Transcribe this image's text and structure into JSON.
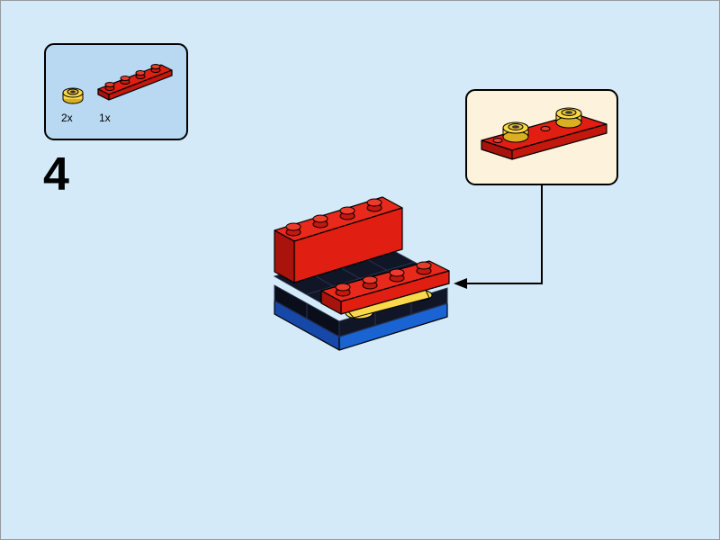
{
  "instruction_step": {
    "step_number": "4",
    "parts_list": [
      {
        "quantity": "2x",
        "part": "yellow-round-plate-icon",
        "color": "#f9d84a"
      },
      {
        "quantity": "1x",
        "part": "red-1x4-plate-icon",
        "color": "#e01e12"
      }
    ],
    "callout": {
      "part": "red-plate-with-yellow-round-plates-icon"
    },
    "model": {
      "part": "assembled-model-icon"
    },
    "colors": {
      "page_background": "#d4eaf8",
      "parts_box_background": "#b9d8f2",
      "callout_background": "#fdf3dc",
      "brick_red": "#e01e12",
      "brick_yellow": "#f9d84a",
      "brick_blue": "#1a63d2",
      "brick_dark": "#101626"
    }
  }
}
